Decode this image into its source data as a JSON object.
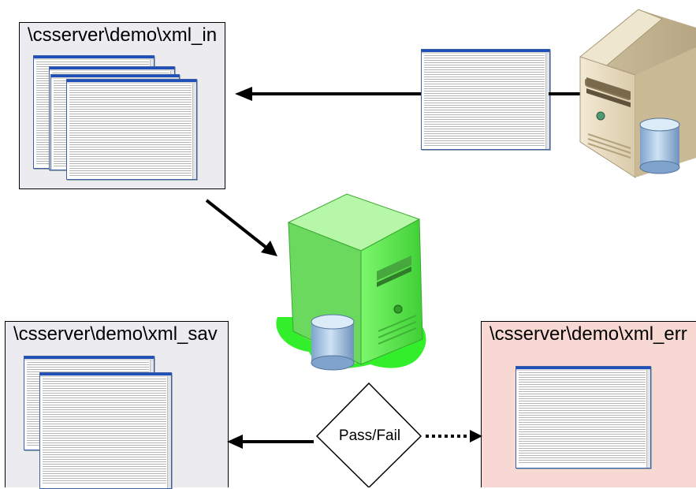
{
  "folders": {
    "xml_in": {
      "title": "\\csserver\\demo\\xml_in"
    },
    "xml_sav": {
      "title": "\\csserver\\demo\\xml_sav"
    },
    "xml_err": {
      "title": "\\csserver\\demo\\xml_err"
    }
  },
  "decision": {
    "label": "Pass/Fail"
  },
  "colors": {
    "input_folder_bg": "#ebebf0",
    "save_folder_bg": "#ebebf0",
    "error_folder_bg": "#f8d8d2",
    "source_server": "#e8dcc0",
    "processing_server": "#44e03a",
    "database": "#a8c8e8"
  },
  "icons": [
    "document-icon",
    "source-server-icon",
    "processing-server-icon",
    "database-icon"
  ]
}
